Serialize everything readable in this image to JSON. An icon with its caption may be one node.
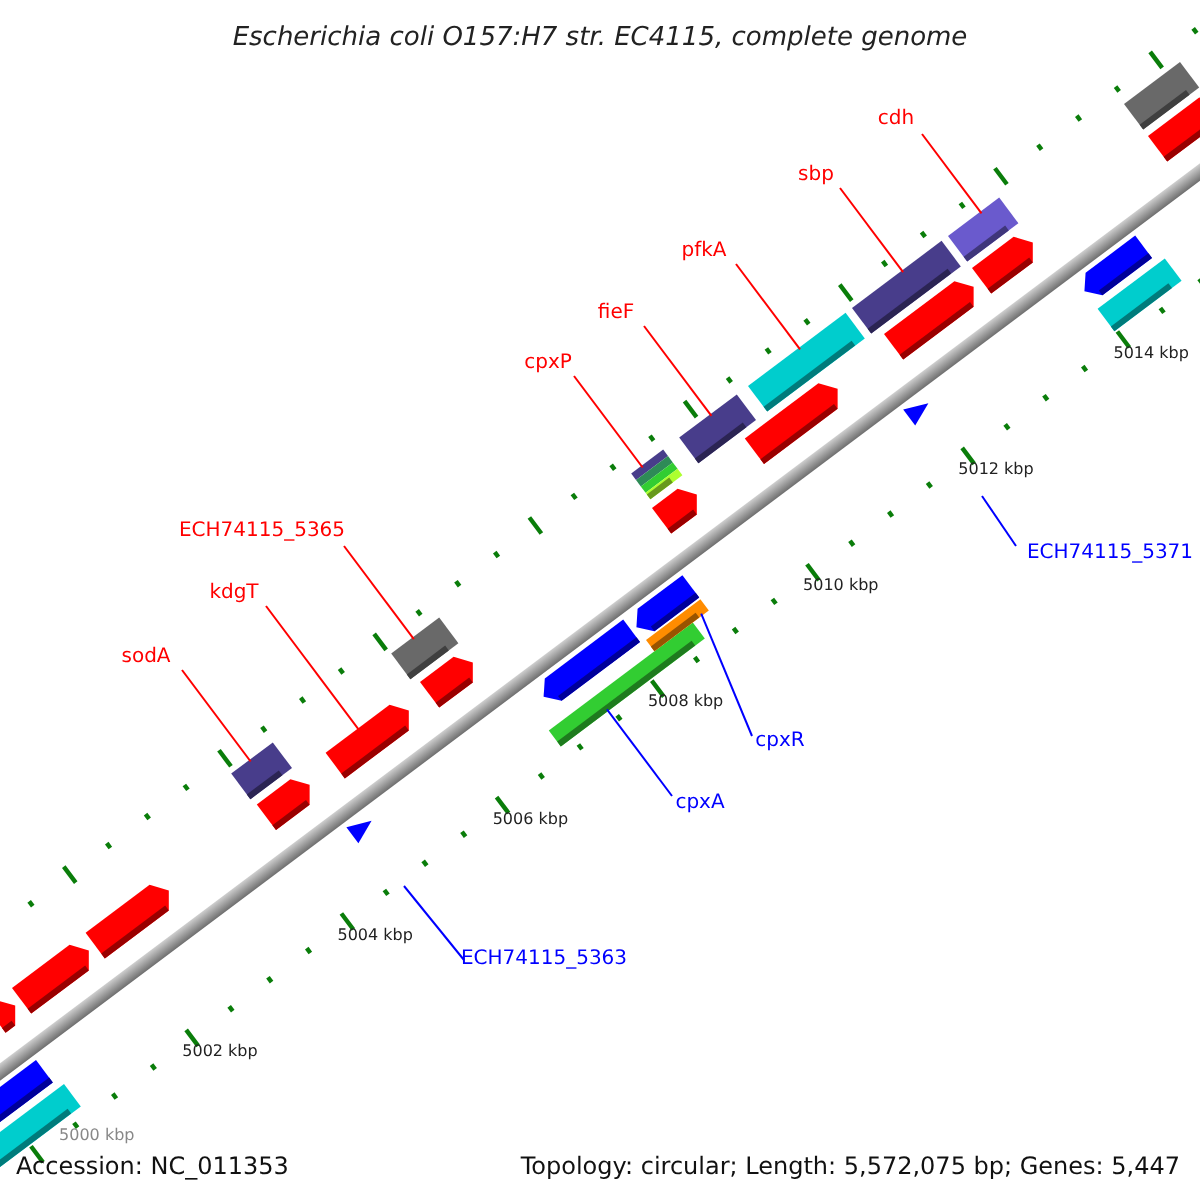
{
  "diagram": {
    "title": "Escherichia coli O157:H7 str. EC4115, complete genome",
    "nodes": [
      {
        "text": [
          "cdh"
        ]
      },
      {
        "text": [
          "sbp"
        ]
      },
      {
        "text": [
          "pfkA"
        ]
      },
      {
        "text": [
          "fieF"
        ]
      },
      {
        "text": [
          "cpxP"
        ]
      },
      {
        "text": [
          "ECH74115_5365"
        ]
      },
      {
        "text": [
          "kdgT"
        ]
      },
      {
        "text": [
          "sodA"
        ]
      },
      {
        "text": [
          "ECH74115_5371"
        ]
      },
      {
        "text": [
          "cpxR"
        ]
      },
      {
        "text": [
          "cpxA"
        ]
      },
      {
        "text": [
          "ECH74115_5363"
        ]
      },
      {
        "text": [],
        "shape": "bar"
      },
      {
        "text": [],
        "shape": "bar"
      },
      {
        "text": [],
        "shape": "bar"
      },
      {
        "text": [],
        "shape": "bar"
      },
      {
        "text": [],
        "shape": "bar"
      },
      {
        "text": [],
        "shape": "bar"
      },
      {
        "text": [],
        "shape": "bar"
      },
      {
        "text": [],
        "shape": "triangle"
      },
      {
        "text": [],
        "shape": "bar"
      },
      {
        "text": [],
        "shape": "bar"
      },
      {
        "text": [],
        "shape": "bar"
      },
      {
        "text": [],
        "shape": "bar"
      },
      {
        "text": [],
        "shape": "bar"
      },
      {
        "text": [],
        "shape": "bar"
      },
      {
        "text": [],
        "shape": "bar"
      },
      {
        "text": [],
        "shape": "bar"
      },
      {
        "text": [],
        "shape": "bar"
      },
      {
        "text": [],
        "shape": "bar"
      },
      {
        "text": [],
        "shape": "bar"
      },
      {
        "text": [],
        "shape": "bar"
      },
      {
        "text": [],
        "shape": "triangle"
      },
      {
        "text": [],
        "shape": "bar"
      },
      {
        "text": [],
        "shape": "bar"
      },
      {
        "text": [],
        "shape": "bar"
      },
      {
        "text": [],
        "shape": "bar"
      },
      {
        "text": [],
        "shape": "bar"
      },
      {
        "text": [],
        "shape": "bar"
      },
      {
        "text": [],
        "shape": "bar"
      },
      {
        "text": [],
        "shape": "bar"
      }
    ],
    "edges": [
      {
        "from": 0,
        "to": 35,
        "arrow": "none"
      },
      {
        "from": 1,
        "to": 33,
        "arrow": "none"
      },
      {
        "from": 2,
        "to": 31,
        "arrow": "none"
      },
      {
        "from": 3,
        "to": 29,
        "arrow": "none"
      },
      {
        "from": 4,
        "to": 27,
        "arrow": "none"
      },
      {
        "from": 5,
        "to": 21,
        "arrow": "none"
      },
      {
        "from": 6,
        "to": 20,
        "arrow": "none"
      },
      {
        "from": 7,
        "to": 17,
        "arrow": "none"
      },
      {
        "from": 8,
        "to": null,
        "arrow": "none",
        "color": "#0000ff"
      },
      {
        "from": 9,
        "to": 25,
        "arrow": "none",
        "color": "#0000ff"
      },
      {
        "from": 10,
        "to": 23,
        "arrow": "none",
        "color": "#0000ff"
      },
      {
        "from": 11,
        "to": null,
        "arrow": "none",
        "color": "#0000ff"
      }
    ],
    "labels": [
      "5014 kbp",
      "5012 kbp",
      "5010 kbp",
      "5008 kbp",
      "5006 kbp",
      "5004 kbp",
      "5002 kbp",
      "5000 kbp",
      "Accession: NC_011353",
      "Topology: circular; Length: 5,572,075 bp; Genes: 5,447"
    ]
  }
}
